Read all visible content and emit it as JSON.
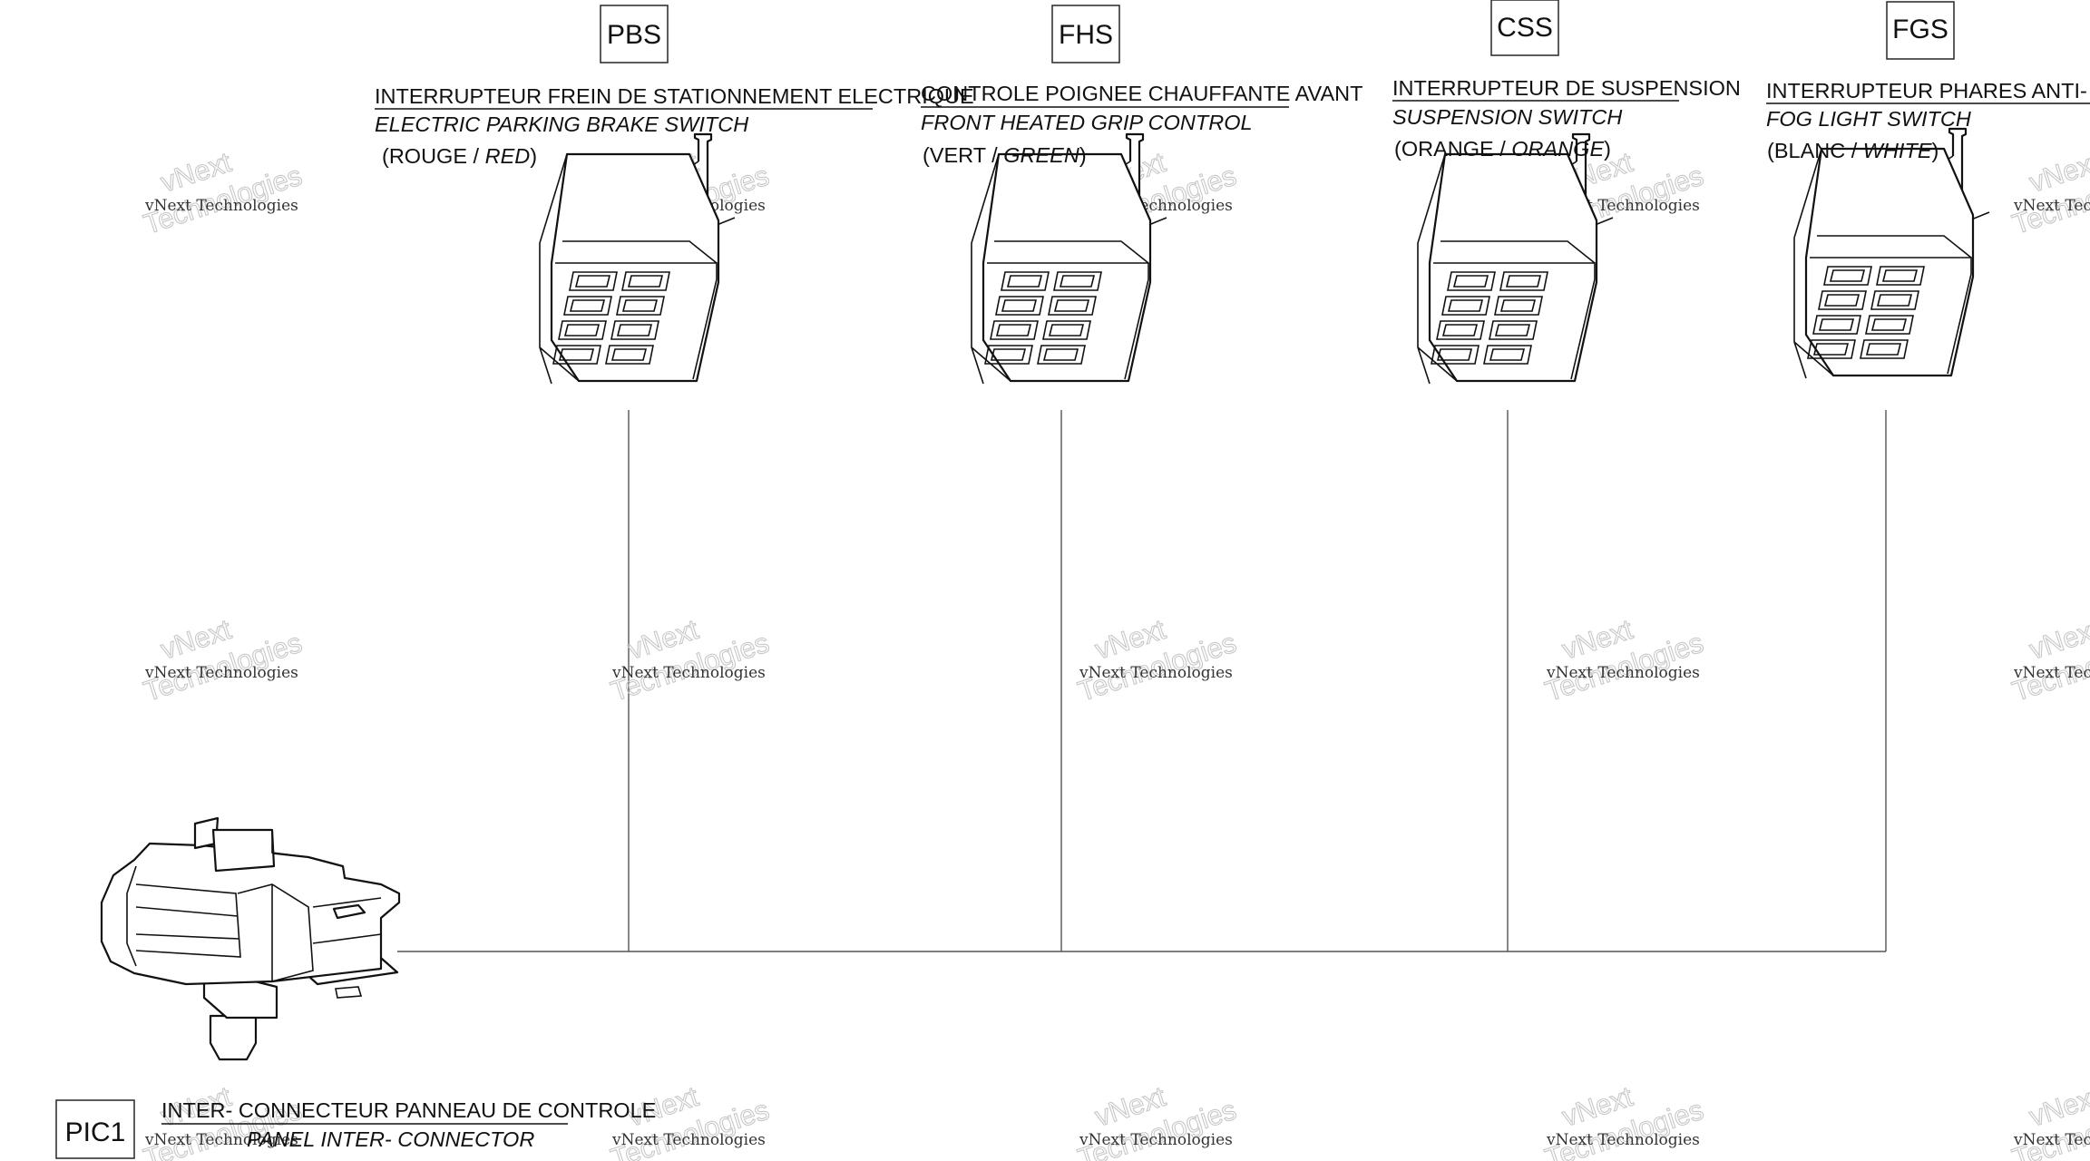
{
  "connectors": [
    {
      "code": "PBS",
      "name_fr": "INTERRUPTEUR  FREIN DE STATIONNEMENT ELECTRIQUE",
      "name_en": "ELECTRIC PARKING BRAKE SWITCH",
      "color_prefix": "(ROUGE / ",
      "color_en": "RED",
      "color_suffix": ")"
    },
    {
      "code": "FHS",
      "name_fr": "CONTROLE POIGNEE CHAUFFANTE AVANT",
      "name_en": "FRONT HEATED GRIP CONTROL",
      "color_prefix": "(VERT / ",
      "color_en": "GREEN",
      "color_suffix": ")"
    },
    {
      "code": "CSS",
      "name_fr": "INTERRUPTEUR DE SUSPENSION",
      "name_en": "SUSPENSION SWITCH",
      "color_prefix": "(ORANGE / ",
      "color_en": "ORANGE",
      "color_suffix": ")"
    },
    {
      "code": "FGS",
      "name_fr": "INTERRUPTEUR PHARES ANTI-  BROUILLARD",
      "name_en": "FOG LIGHT  SWITCH",
      "color_prefix": "(BLANC / ",
      "color_en": "WHITE",
      "color_suffix": ")"
    }
  ],
  "main_connector": {
    "code": "PIC1",
    "name_fr": "INTER-  CONNECTEUR PANNEAU DE CONTROLE",
    "name_en": "PANEL INTER-  CONNECTOR"
  },
  "watermark": {
    "line1": "vNext Technologies",
    "line2": "vNext",
    "line3": "Technologies"
  }
}
